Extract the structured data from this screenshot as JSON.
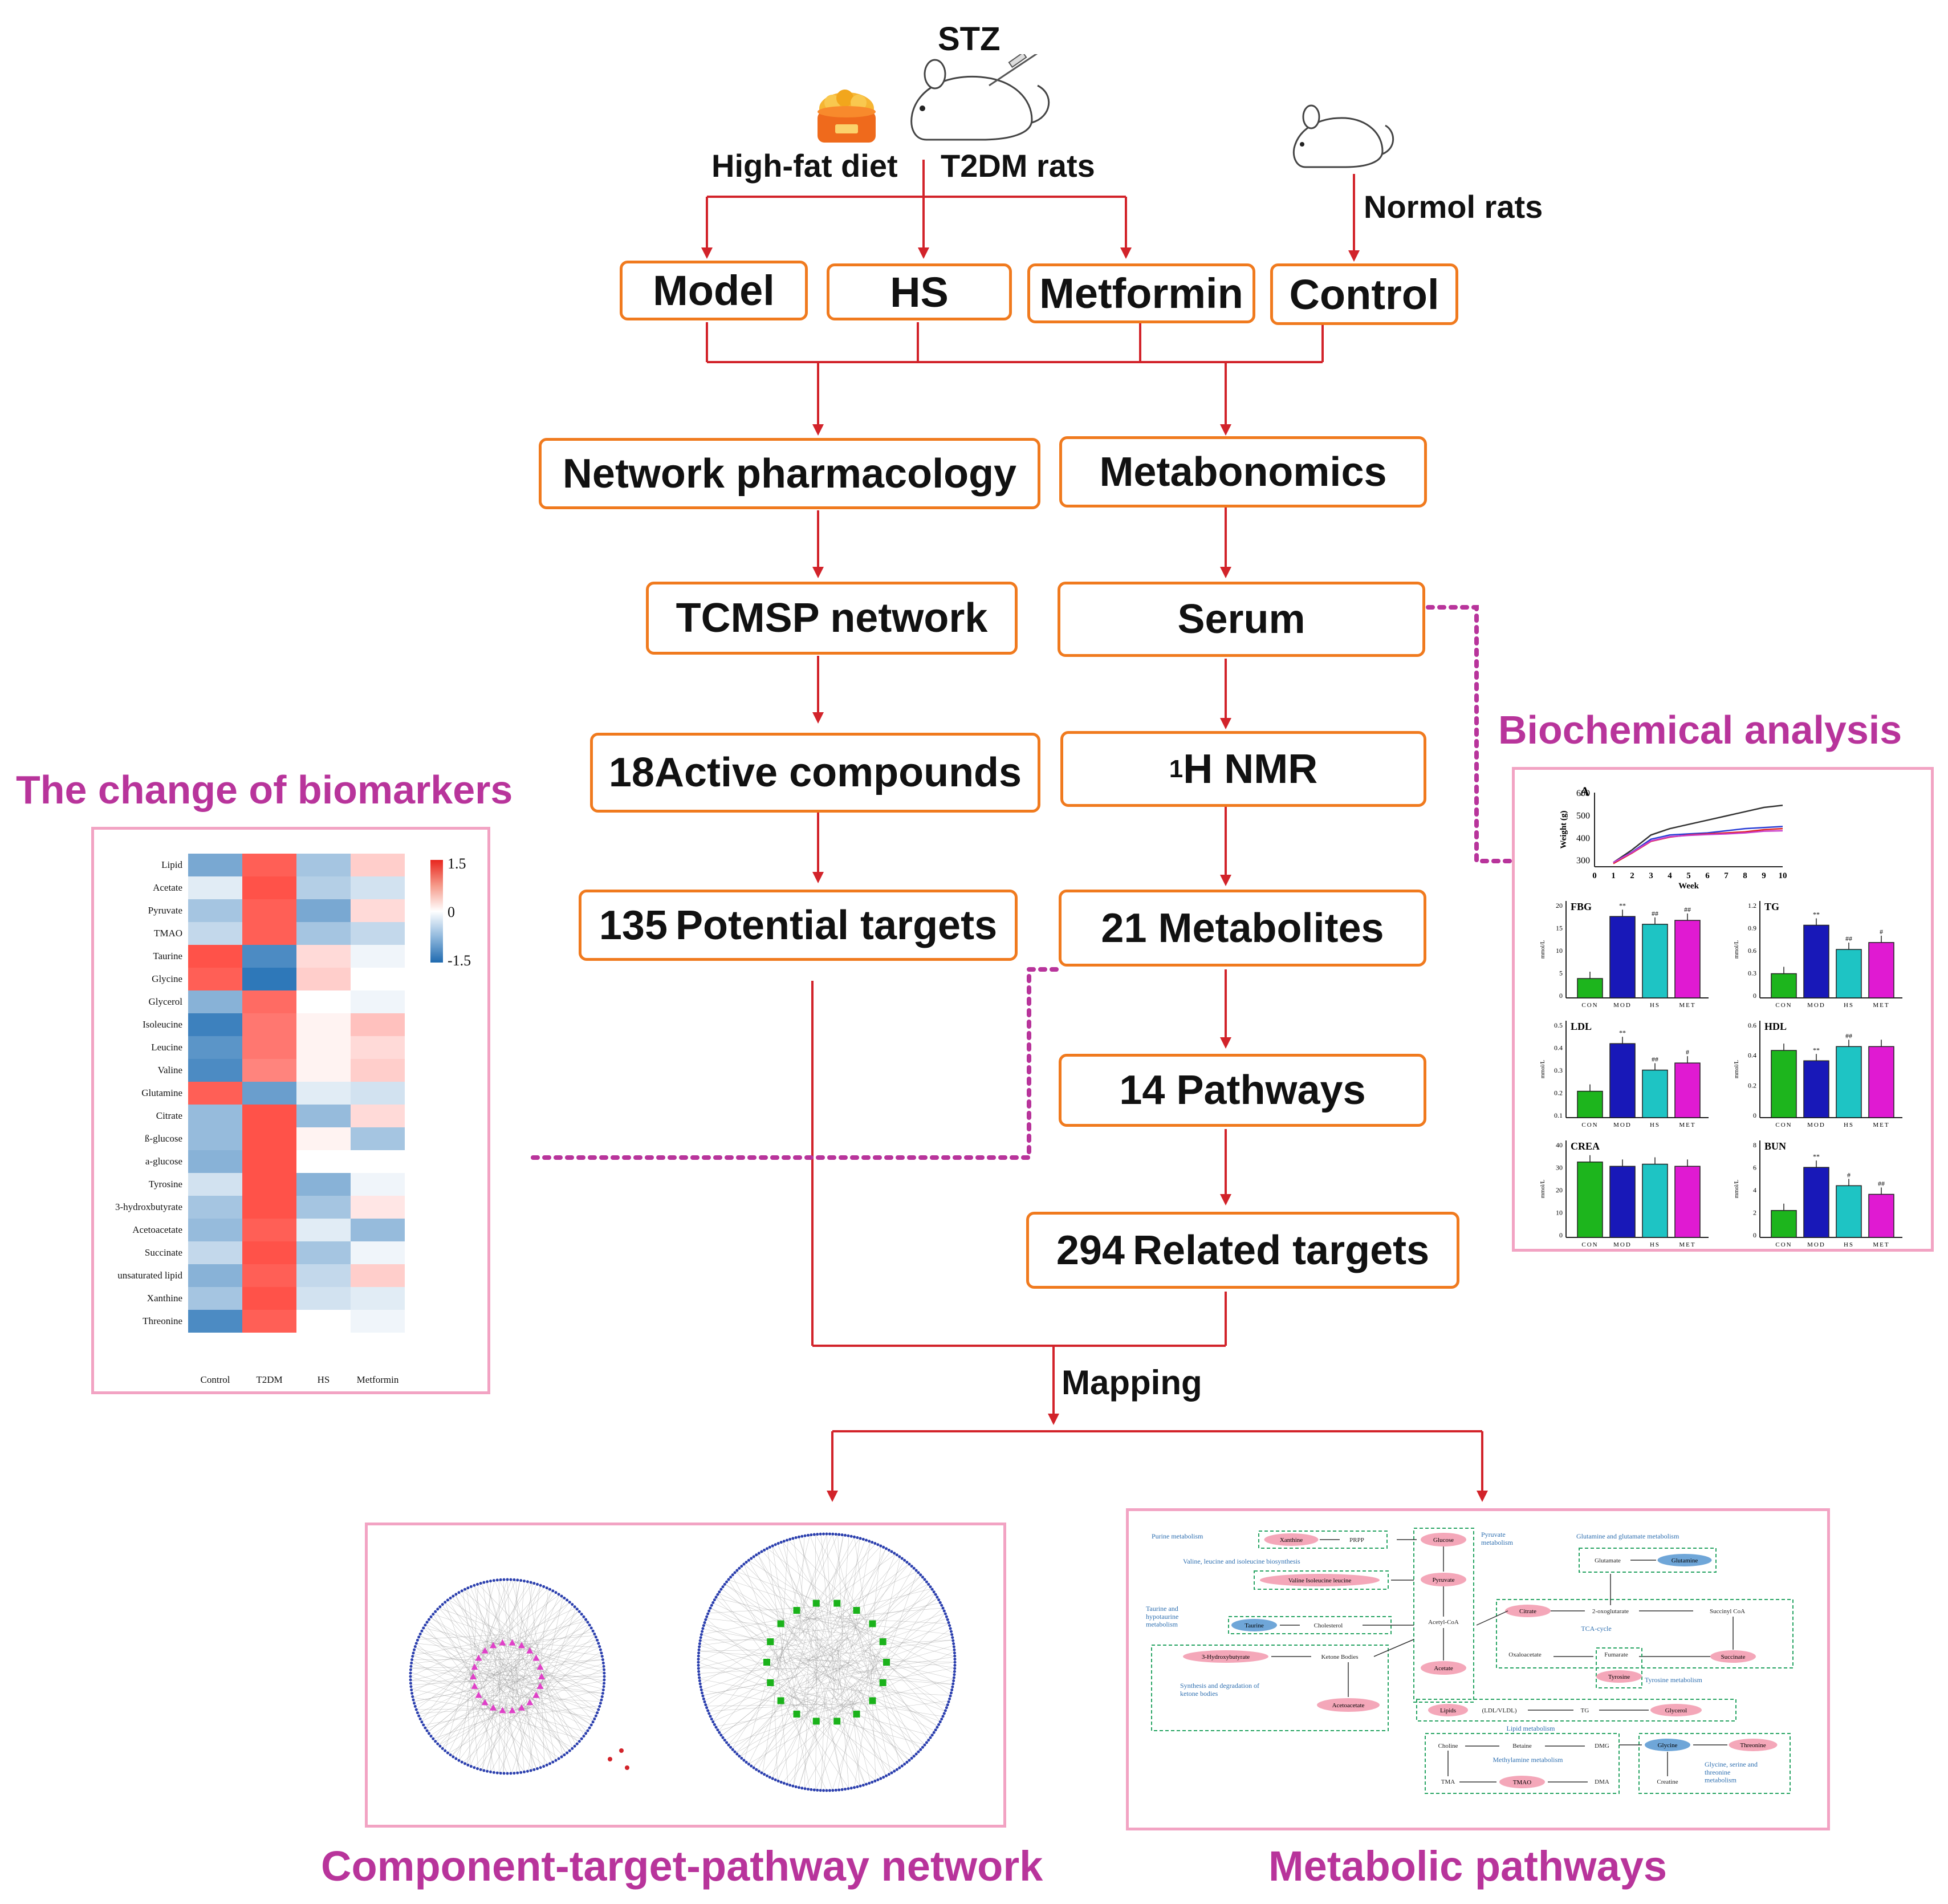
{
  "header": {
    "stz": "STZ",
    "diet": "High-fat diet",
    "t2dm": "T2DM rats",
    "normal": "Normol rats"
  },
  "groups": [
    "Model",
    "HS",
    "Metformin",
    "Control"
  ],
  "flow": {
    "network_pharmacology": "Network pharmacology",
    "metabonomics": "Metabonomics",
    "tcmsp": "TCMSP network",
    "serum": "Serum",
    "active_num": "18",
    "active_text": "Active compounds",
    "nmr_sup": "1",
    "nmr_text": "H NMR",
    "potential_num": "135",
    "potential_text": "Potential targets",
    "metabolites": "21 Metabolites",
    "pathways": "14 Pathways",
    "related_num": "294",
    "related_text": "Related targets",
    "mapping": "Mapping"
  },
  "section_titles": {
    "biomarkers": "The change of biomarkers",
    "biochemical": "Biochemical analysis",
    "network": "Component-target-pathway network",
    "metabolic": "Metabolic pathways"
  },
  "heatmap": {
    "rows": [
      "Lipid",
      "Acetate",
      "Pyruvate",
      "TMAO",
      "Taurine",
      "Glycine",
      "Glycerol",
      "Isoleucine",
      "Leucine",
      "Valine",
      "Glutamine",
      "Citrate",
      "ß-glucose",
      "a-glucose",
      "Tyrosine",
      "3-hydroxbutyrate",
      "Acetoacetate",
      "Succinate",
      "unsaturated lipid",
      "Xanthine",
      "Threonine"
    ],
    "columns": [
      "Control",
      "T2DM",
      "HS",
      "Metformin"
    ],
    "values": [
      [
        -0.9,
        1.3,
        -0.6,
        0.4
      ],
      [
        -0.2,
        1.4,
        -0.5,
        -0.3
      ],
      [
        -0.6,
        1.3,
        -0.9,
        0.3
      ],
      [
        -0.4,
        1.3,
        -0.6,
        -0.4
      ],
      [
        1.4,
        -1.2,
        0.3,
        -0.1
      ],
      [
        1.3,
        -1.4,
        0.4,
        0.0
      ],
      [
        -0.8,
        1.2,
        0.0,
        -0.1
      ],
      [
        -1.3,
        1.1,
        0.1,
        0.5
      ],
      [
        -1.1,
        1.1,
        0.1,
        0.3
      ],
      [
        -1.2,
        1.0,
        0.1,
        0.4
      ],
      [
        1.3,
        -1.0,
        -0.2,
        -0.3
      ],
      [
        -0.7,
        1.4,
        -0.7,
        0.3
      ],
      [
        -0.7,
        1.4,
        0.1,
        -0.6
      ],
      [
        -0.8,
        1.4,
        0.0,
        0.0
      ],
      [
        -0.3,
        1.4,
        -0.8,
        -0.1
      ],
      [
        -0.6,
        1.4,
        -0.6,
        0.2
      ],
      [
        -0.7,
        1.3,
        -0.2,
        -0.7
      ],
      [
        -0.4,
        1.4,
        -0.6,
        -0.1
      ],
      [
        -0.8,
        1.3,
        -0.4,
        0.4
      ],
      [
        -0.6,
        1.4,
        -0.3,
        -0.2
      ],
      [
        -1.2,
        1.3,
        0.0,
        -0.1
      ]
    ],
    "legend": {
      "max": "1.5",
      "mid": "0",
      "min": "-1.5"
    }
  },
  "biochem": {
    "weight": {
      "panel_letter": "A",
      "ylabel": "Weight (g)",
      "xlabel": "Week",
      "yticks": [
        "600",
        "500",
        "400",
        "300"
      ],
      "xticks": [
        "0",
        "1",
        "2",
        "3",
        "4",
        "5",
        "6",
        "7",
        "8",
        "9",
        "10"
      ],
      "series": [
        {
          "color": "#333333",
          "values": [
            270,
            330,
            400,
            430,
            450,
            470,
            490,
            510,
            530,
            540
          ]
        },
        {
          "color": "#2a3fd6",
          "values": [
            270,
            320,
            380,
            400,
            405,
            410,
            420,
            430,
            435,
            440
          ]
        },
        {
          "color": "#e02424",
          "values": [
            265,
            315,
            370,
            390,
            400,
            405,
            410,
            415,
            425,
            430
          ]
        },
        {
          "color": "#c93bc9",
          "values": [
            270,
            318,
            372,
            392,
            398,
            402,
            405,
            410,
            418,
            420
          ]
        }
      ]
    },
    "bars": [
      {
        "label": "FBG",
        "yticks": [
          "20",
          "15",
          "10",
          "5",
          "0"
        ],
        "ymax": 25,
        "values": [
          5,
          21,
          19,
          20
        ],
        "sig": [
          "",
          "**",
          "##",
          "##"
        ]
      },
      {
        "label": "TG",
        "yticks": [
          "1.2",
          "0.9",
          "0.6",
          "0.3",
          "0"
        ],
        "ymax": 1.4,
        "values": [
          0.35,
          1.05,
          0.7,
          0.8
        ],
        "sig": [
          "",
          "**",
          "##",
          "#"
        ]
      },
      {
        "label": "LDL",
        "yticks": [
          "0.5",
          "0.4",
          "0.3",
          "0.2",
          "0.1"
        ],
        "ymax": 0.55,
        "values": [
          0.15,
          0.42,
          0.27,
          0.31
        ],
        "sig": [
          "",
          "**",
          "##",
          "#"
        ]
      },
      {
        "label": "HDL",
        "yticks": [
          "0.6",
          "0.4",
          "0.2",
          "0"
        ],
        "ymax": 0.75,
        "values": [
          0.52,
          0.44,
          0.55,
          0.55
        ],
        "sig": [
          "",
          "**",
          "##",
          ""
        ]
      },
      {
        "label": "CREA",
        "yticks": [
          "40",
          "30",
          "20",
          "10",
          "0"
        ],
        "ymax": 45,
        "values": [
          35,
          33,
          34,
          33
        ],
        "sig": [
          "",
          "",
          "",
          ""
        ]
      },
      {
        "label": "BUN",
        "yticks": [
          "8",
          "6",
          "4",
          "2",
          "0"
        ],
        "ymax": 9,
        "values": [
          2.5,
          6.5,
          4.8,
          4.0
        ],
        "sig": [
          "",
          "**",
          "#",
          "##"
        ]
      }
    ],
    "group_ticks": [
      "CON",
      "MOD",
      "HS",
      "MET"
    ],
    "unit": "mmol/L",
    "bar_colors": [
      "#1db51d",
      "#1818b8",
      "#1ec4c4",
      "#e01ad2"
    ]
  },
  "metabolic": {
    "purine": "Purine metabolism",
    "xanthine": "Xanthine",
    "prpp": "PRPP",
    "glucose": "Glucose",
    "pyruvate_met": "Pyruvate\nmetabolism",
    "valine_bio": "Valine, leucine and isoleucine biosynthesis",
    "vli": "Valine Isoleucine leucine",
    "pyruvate": "Pyruvate",
    "taurine_met": "Taurine and\nhypotaurine\nmetabolism",
    "taurine": "Taurine",
    "cholesterol": "Cholesterol",
    "acetylcoa": "Acetyl-CoA",
    "hydroxy": "3-Hydroxybutyrate",
    "ketone": "Ketone Bodies",
    "ketone_met": "Synthesis and degradation of\nketone bodies",
    "acetoacetate": "Acetoacetate",
    "acetate": "Acetate",
    "glutamine_met": "Glutamine and glutamate metabolism",
    "glutamate": "Glutamate",
    "glutamine": "Glutamine",
    "citrate": "Citrate",
    "oxoglutarate": "2-oxoglutarate",
    "succinylcoa": "Succinyl CoA",
    "tca": "TCA-cycle",
    "oxaloacetate": "Oxaloacetate",
    "fumarate": "Fumarate",
    "succinate": "Succinate",
    "tyrosine": "Tyrosine",
    "tyrosine_met": "Tyrosine metabolism",
    "lipids": "Lipids",
    "ldlvldl": "(LDL/VLDL)",
    "tg": "TG",
    "glycerol": "Glycerol",
    "lipid_met": "Lipid metabolism",
    "choline": "Choline",
    "betaine": "Betaine",
    "dmg": "DMG",
    "methylamine": "Methylamine metabolism",
    "tma": "TMA",
    "tmao": "TMAO",
    "dma": "DMA",
    "glycine": "Glycine",
    "threonine": "Threonine",
    "creatine": "Creatine",
    "gst": "Glycine, serine and\nthreonine\nmetabolism"
  },
  "colors": {
    "box_border": "#f07a1e",
    "arrow": "#d2232a",
    "magenta": "#b8349b",
    "panel_border": "#f2a3c3",
    "path_blue": "#2e6fb0",
    "path_pink": "#f4a7b9",
    "path_blue_fill": "#6fa6d8",
    "dash_green": "#27a463"
  }
}
